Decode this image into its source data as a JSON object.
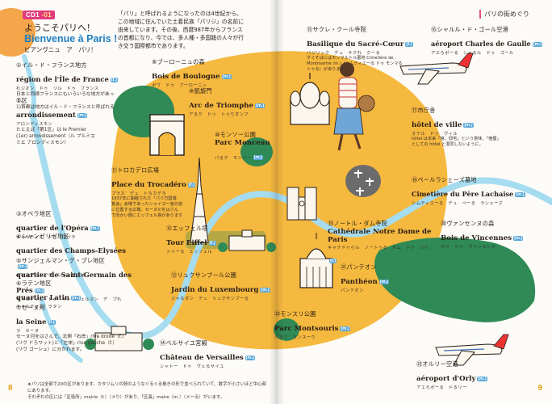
{
  "header": {
    "cd_label": "CD1",
    "cd_track": "-01",
    "title_jp": "ようこそパリへ！",
    "title_fr": "Bienvenue à Paris !",
    "title_kana": "ビアンヴニュ　ア　パリ！",
    "intro_lines": [
      "「パリ」と呼ばれるようになったのは4世紀から。",
      "この地域に住んでいた土着民族「パリジ」の名前に",
      "由来しています。その後、西暦987年からフランス",
      "の首都になり、今では、多人種・多国籍の人々が行",
      "き交う国際都市であります。"
    ],
    "running_head": "パリの街めぐり"
  },
  "entries_left": [
    {
      "id": "ile",
      "num_jp": "①イル・ド・フランス地方",
      "fr": "région de l'Île de France",
      "tag": "(f.)",
      "kana": "れジオン　ドゥ　リル　ドゥ　フランス",
      "note": [
        "日本と同様フランスにもいろいろな地方があって、",
        "1)首都は地方はイル・ド・フランスと呼ばれる"
      ]
    },
    {
      "id": "arr",
      "num_jp": "②区",
      "fr": "arrondissement",
      "tag": "(m.)",
      "kana": "アロンディスモン",
      "note": [
        "たとえば「第1区」は le Premier",
        "(1er) arrondissement（ル プルミエ",
        "ミエ アロンディスモン）"
      ]
    },
    {
      "id": "opera",
      "num_jp": "③オペラ地区",
      "fr": "quartier de l'Opéra",
      "tag": "(m.)",
      "kana": "キャルティエ　ドゥ　ロペラ"
    },
    {
      "id": "champs",
      "num_jp": "④シャンゼリゼ地区",
      "fr": "quartier des Champs-Elysées",
      "tag": "(m.)",
      "kana": "キャルティエ　デ　シャンゼリゼ"
    },
    {
      "id": "sgp",
      "num_jp": "⑤サンジェルマン・デ・プレ地区",
      "fr": "quartier de Saint-Germain des Prés",
      "tag": "(m.)",
      "kana": "キャルティエ　ドゥ　サン　ジェルマン　デ　プれ"
    },
    {
      "id": "latin",
      "num_jp": "⑥ラテン地区",
      "fr": "quartier Latin",
      "tag": "(m.)",
      "kana": "キャルティエ　ラタン"
    },
    {
      "id": "seine",
      "num_jp": "⑦セーヌ河",
      "fr": "la Seine",
      "tag": "(f.)",
      "kana": "ラ　セーヌ",
      "note": [
        "セーヌ河をはさんで、北側「右岸」rive droite（f.）",
        "(リヴ ドろワット)と「左岸」rive gauche（f.）",
        "(リヴ ゴーシュ）に分かれます。"
      ]
    }
  ],
  "entries_map_left": [
    {
      "id": "boulogne",
      "num_jp": "⑧ブーローニュの森",
      "fr": "Bois de Boulogne",
      "tag": "(m.)",
      "kana": "ボワ　ドゥ　ブーローニュ"
    },
    {
      "id": "triomphe",
      "num_jp": "⑨凱旋門",
      "fr": "Arc de Triomphe",
      "tag": "(m.)",
      "kana": "アるク　ドゥ　トゥりオンフ"
    },
    {
      "id": "monceau",
      "num_jp": "⑩モンソー公園",
      "fr": "Parc Monceau",
      "tag": "(m.)",
      "kana": "パるク　モンソー"
    },
    {
      "id": "trocadero",
      "num_jp": "⑪トロカデロ広場",
      "fr": "Place du Trocadéro",
      "tag": "(f.)",
      "kana": "プラス　デュ　トろカデろ",
      "note": [
        "1937年に開催された「パリ万国博",
        "覧会」会場であったシャイヨー宮の前",
        "に位置する広場。セーヌ川をはさん",
        "で向かい側にエッフェル塔があります"
      ]
    },
    {
      "id": "eiffel",
      "num_jp": "⑫エッフェル塔",
      "fr": "Tour Eiffel",
      "tag": "(f.)",
      "kana": "トゥーる　エッフェル"
    },
    {
      "id": "luxembourg",
      "num_jp": "⑬リュクサンブール公園",
      "fr": "Jardin du Luxembourg",
      "tag": "(m.)",
      "kana": "ジャるダン　デュ　リュクサンブーる"
    },
    {
      "id": "versailles",
      "num_jp": "⑭ベルサイユ宮殿",
      "fr": "Château de Versailles",
      "tag": "(m.)",
      "kana": "シャトー　ドゥ　ヴェるサイユ"
    }
  ],
  "entries_right": [
    {
      "id": "sacre",
      "num_jp": "⑮サクレ・クール寺院",
      "fr": "Basilique du Sacré-Cœur",
      "tag": "(f.)",
      "kana": "バジリック　デュ　サクれ　クーる",
      "note": [
        "すぐそばにはモンマルトル墓地 Cimetière de",
        "Montmartre (m.)（シムティエーる ドゥ モンマる",
        "トゥる）があります。"
      ]
    },
    {
      "id": "cdg",
      "num_jp": "⑯シャルル・ド・ゴール空港",
      "fr": "aéroport Charles de Gaulle",
      "tag": "(m.)",
      "kana": "アエろポーる　シャるル　ドゥ　ゴール"
    },
    {
      "id": "hotel",
      "num_jp": "⑰市庁舎",
      "fr": "hôtel de ville",
      "tag": "(m.)",
      "kana": "オテル　ドゥ　ヴィル",
      "note": [
        "hôtel は本来「館、邸宅」という意味。「宿屋」",
        "としての hôtel と混同しないように。"
      ]
    },
    {
      "id": "lachaise",
      "num_jp": "⑱ペールラシェーズ墓地",
      "fr": "Cimetière du Père Lachaise",
      "tag": "(m.)",
      "kana": "シムティエーる　デュ　ペーる　ラシェーズ"
    },
    {
      "id": "notredame",
      "num_jp": "⑲ノートル・ダム寺院",
      "fr": "Cathédrale Notre Dame de Paris",
      "tag": "(f.)",
      "kana": "キャテドゥらル　ノートゥる　ダム　ドゥ　パり"
    },
    {
      "id": "vincennes",
      "num_jp": "⑳ヴァンセンヌの森",
      "fr": "Bois de Vincennes",
      "tag": "(m.)",
      "kana": "ボワ　ドゥ　ヴァンセンヌ"
    },
    {
      "id": "pantheon",
      "num_jp": "㉑パンテオン",
      "fr": "Panthéon",
      "tag": "(m.)",
      "kana": "パンテオン"
    },
    {
      "id": "montsouris",
      "num_jp": "㉒モンスリ公園",
      "fr": "Parc Montsouris",
      "tag": "(m.)",
      "kana": "パるク　モンスーり"
    },
    {
      "id": "orly",
      "num_jp": "㉓オルリー空港",
      "fr": "aéroport d'Orly",
      "tag": "(m.)",
      "kana": "アエろポーる　ドるリー"
    }
  ],
  "footnote_lines": [
    "★パリは全部で20の区があります。カタツムリの殻のようなぐるぐる巻きの形で並べられていて、数字が小さいほど中心部にあります。",
    "それぞれの区には「区役所」mairie（f.）（メり）があり、「区長」maire（m.）（メーる）がいます。"
  ],
  "page_numbers": {
    "left": "8",
    "right": "9"
  },
  "colors": {
    "accent_pink": "#e23b7d",
    "title_blue": "#1f7ec1",
    "map_yellow": "#f6b93f",
    "forest_green": "#2f8a55",
    "river_blue": "#9fd8ee",
    "page_orange": "#e6a113"
  }
}
